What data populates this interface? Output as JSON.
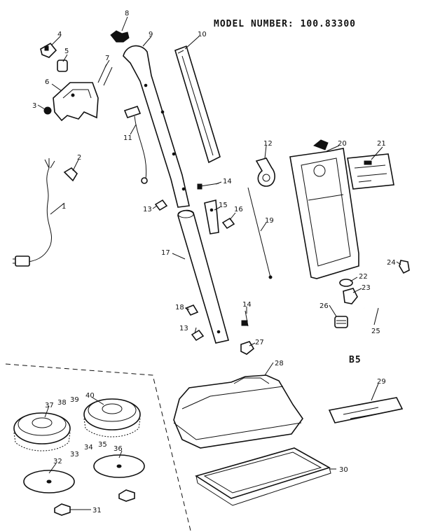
{
  "title": "MODEL NUMBER: 100.83300",
  "section_label": "B5",
  "callouts": [
    "1",
    "2",
    "3",
    "4",
    "5",
    "6",
    "7",
    "8",
    "9",
    "10",
    "11",
    "12",
    "13",
    "13",
    "14",
    "14",
    "15",
    "16",
    "17",
    "18",
    "19",
    "20",
    "21",
    "22",
    "23",
    "24",
    "25",
    "26",
    "27",
    "28",
    "29",
    "30",
    "31",
    "32",
    "33",
    "34",
    "35",
    "36",
    "37",
    "38",
    "39",
    "40"
  ]
}
